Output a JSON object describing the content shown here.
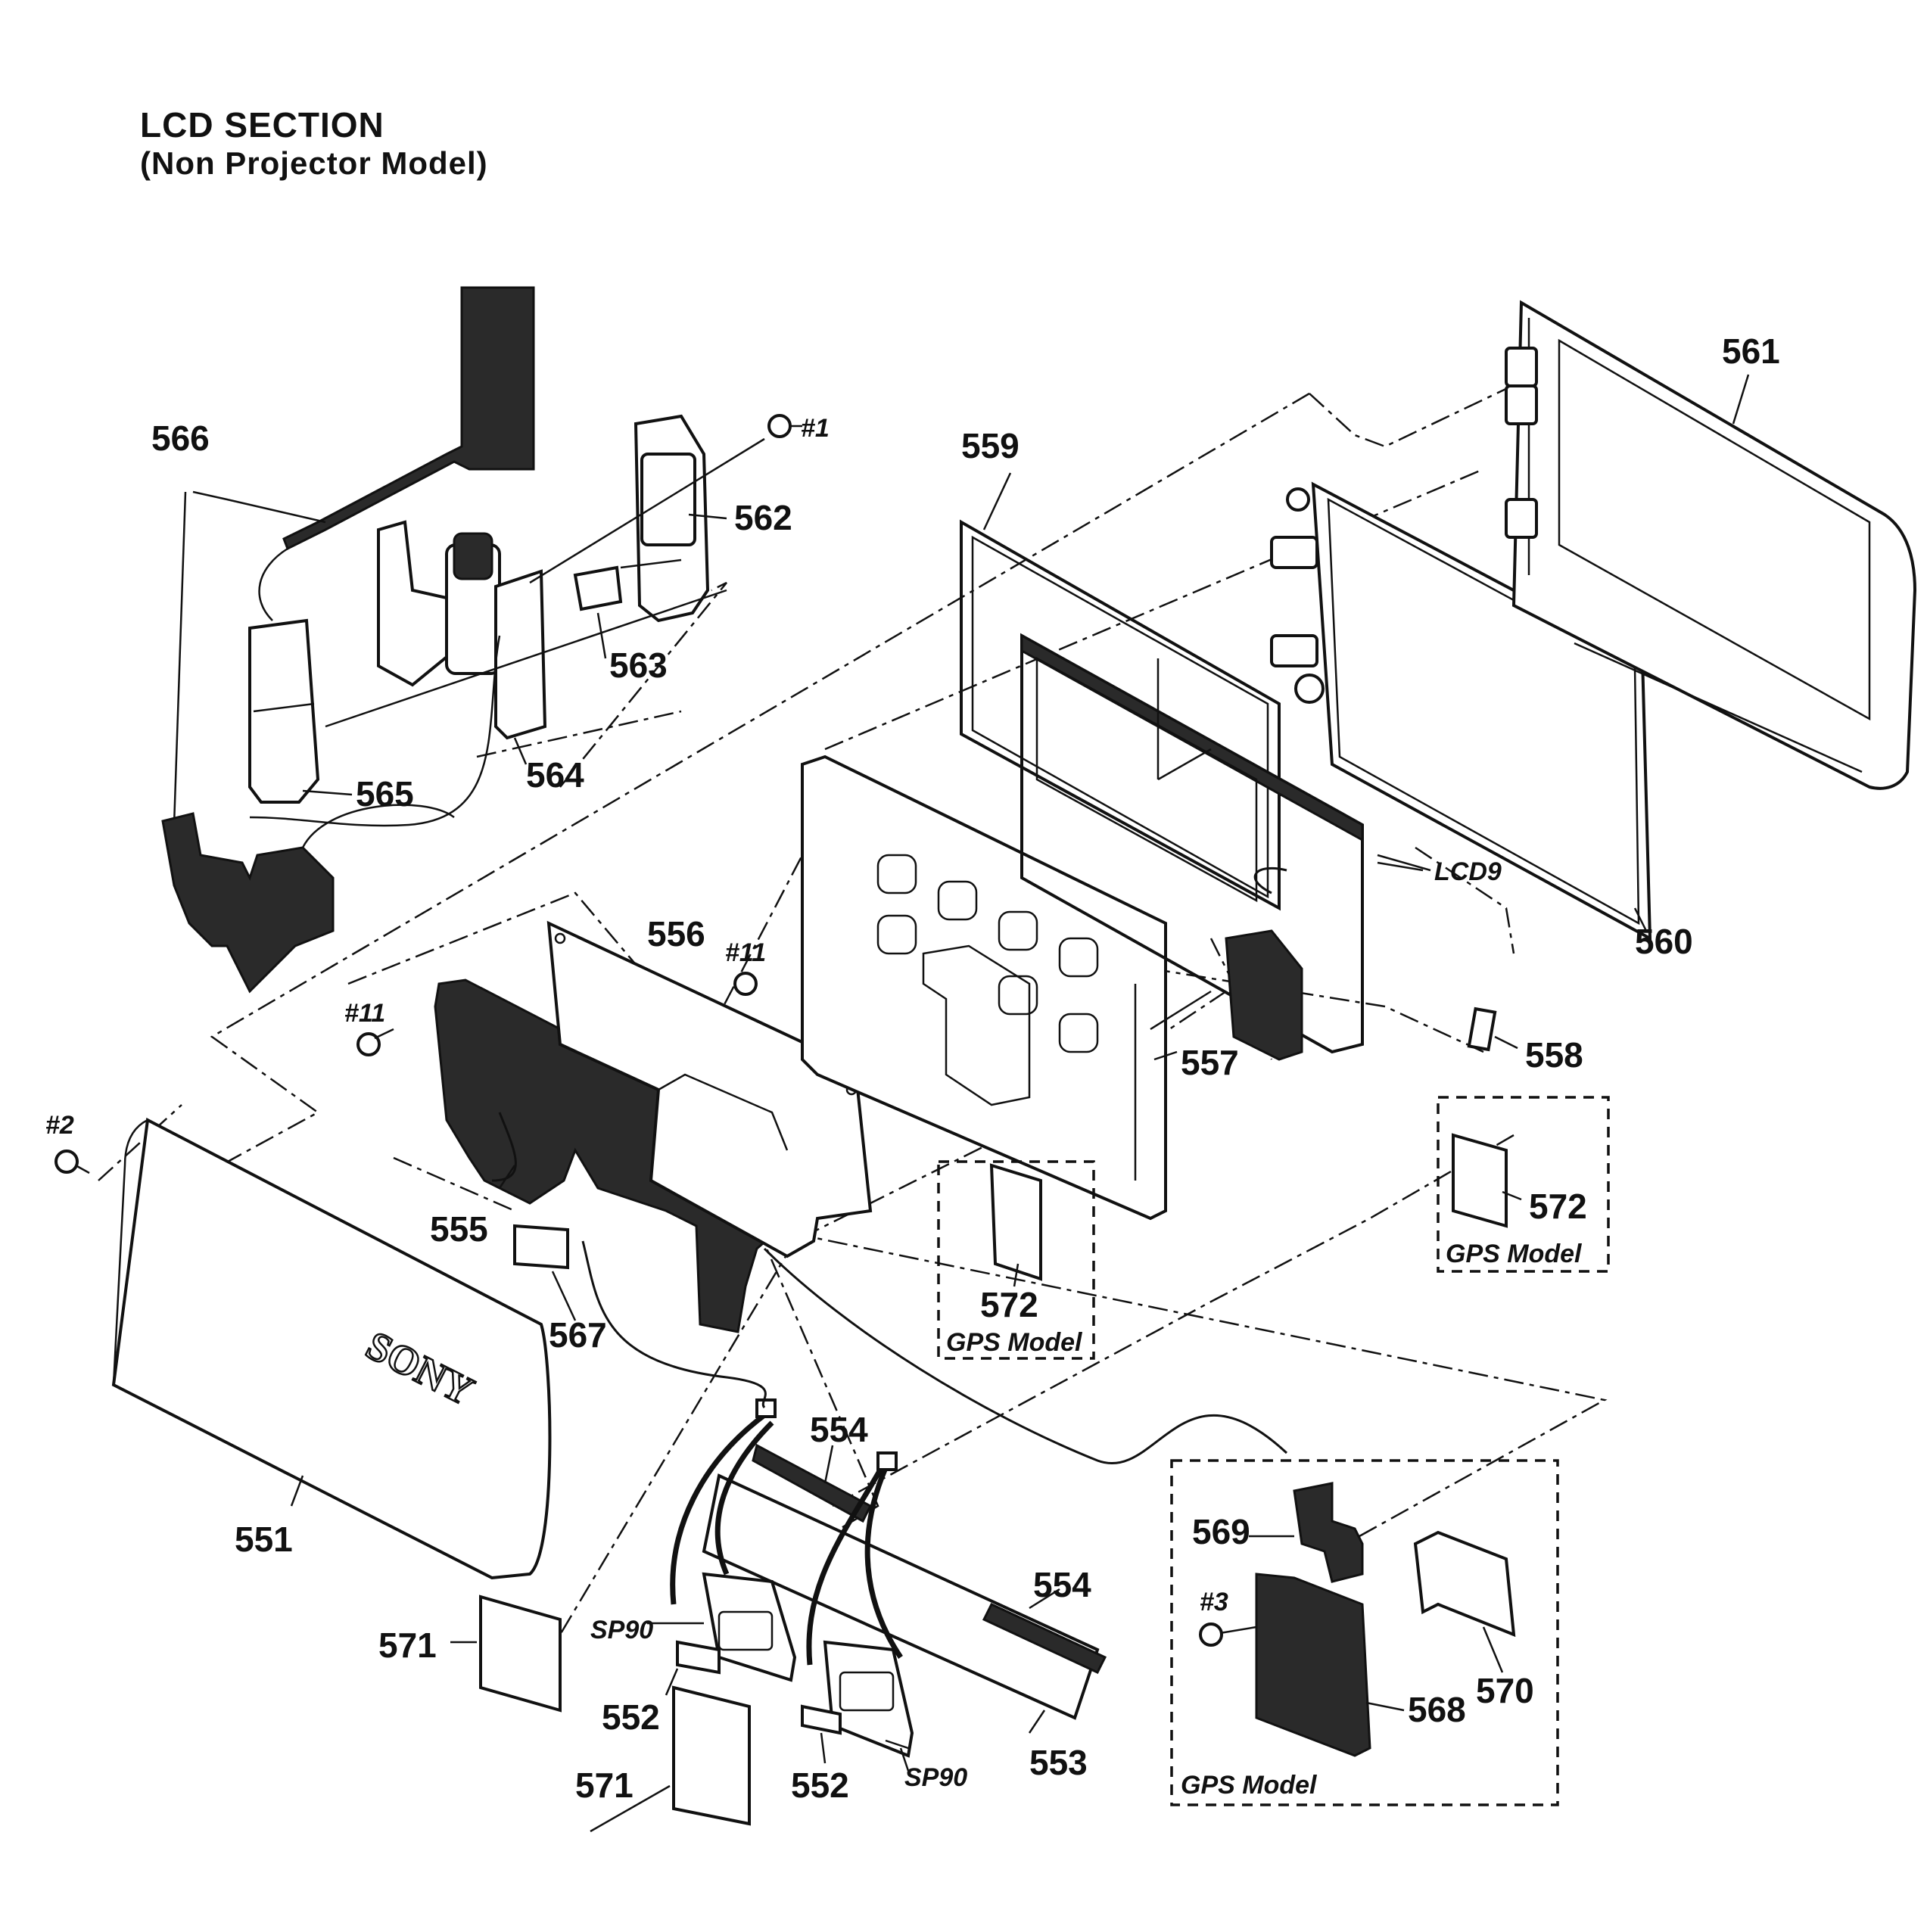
{
  "title": {
    "line1": "LCD SECTION",
    "line2": "(Non Projector Model)"
  },
  "brand_logo": "SONY",
  "parts": {
    "p551": "551",
    "p552a": "552",
    "p552b": "552",
    "p553": "553",
    "p554a": "554",
    "p554b": "554",
    "p555": "555",
    "p556": "556",
    "p557": "557",
    "p558": "558",
    "p559": "559",
    "p560": "560",
    "p561": "561",
    "p562": "562",
    "p563": "563",
    "p564": "564",
    "p565": "565",
    "p566": "566",
    "p567": "567",
    "p568": "568",
    "p569": "569",
    "p570": "570",
    "p571a": "571",
    "p571b": "571",
    "p572a": "572",
    "p572b": "572"
  },
  "screws": {
    "s1": "#1",
    "s2": "#2",
    "s3": "#3",
    "s11a": "#11",
    "s11b": "#11"
  },
  "refs": {
    "lcd9": "LCD9",
    "sp90a": "SP90",
    "sp90b": "SP90"
  },
  "gps_boxes": {
    "center": "GPS Model",
    "right": "GPS Model",
    "bottom": "GPS Model"
  }
}
